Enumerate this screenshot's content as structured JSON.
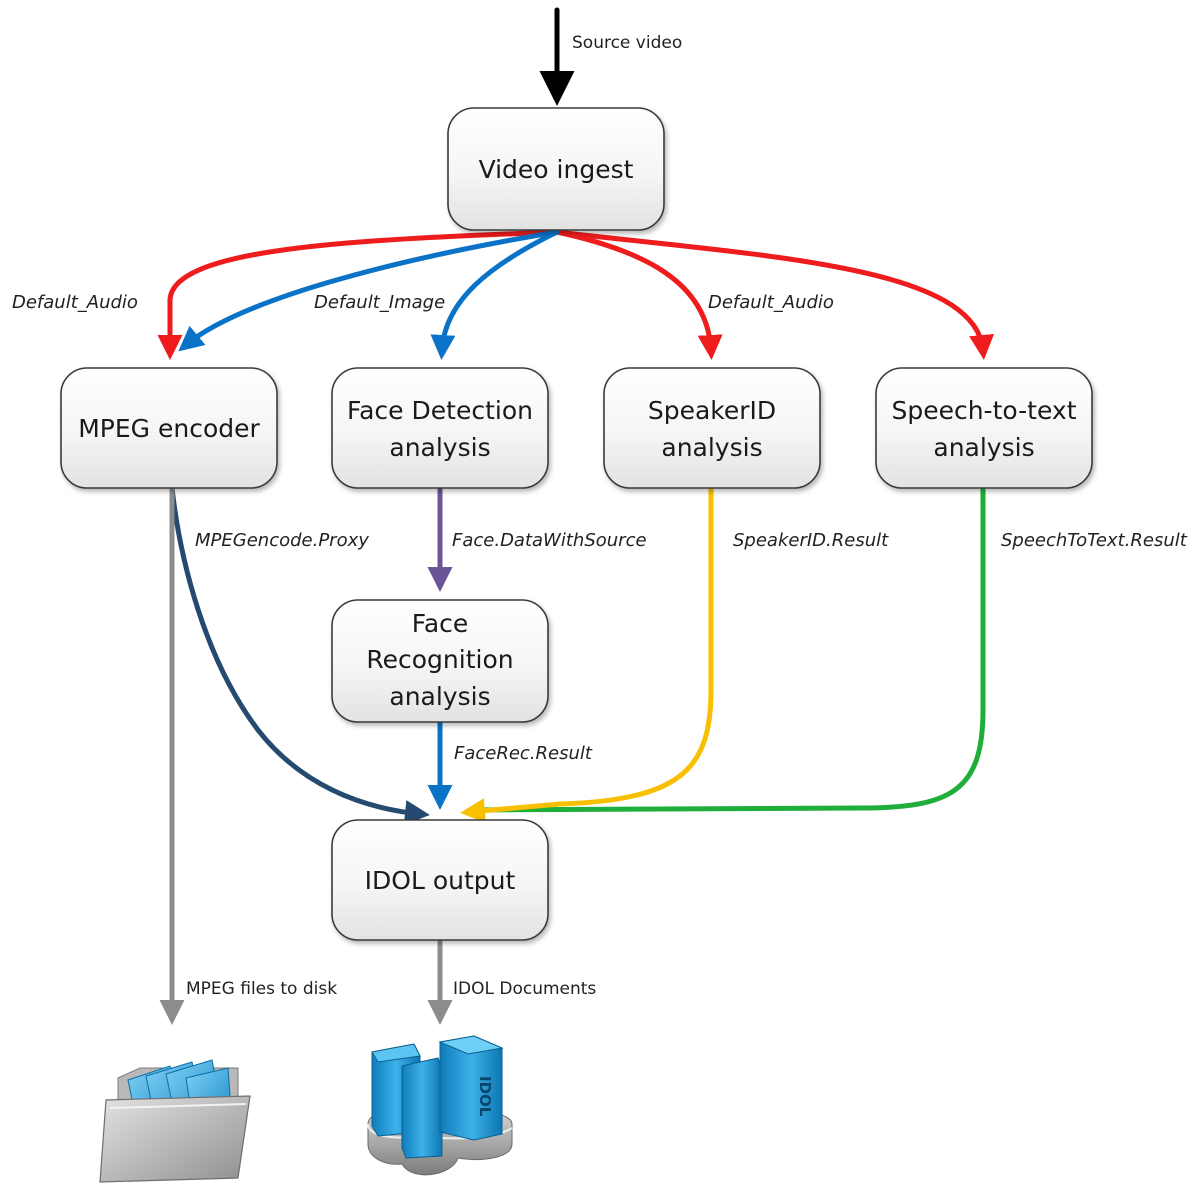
{
  "nodes": {
    "video_ingest": [
      "Video ingest"
    ],
    "mpeg_encoder": [
      "MPEG encoder"
    ],
    "face_detection": [
      "Face Detection",
      "analysis"
    ],
    "speakerid": [
      "SpeakerID",
      "analysis"
    ],
    "speech_to_text": [
      "Speech-to-text",
      "analysis"
    ],
    "face_recognition": [
      "Face",
      "Recognition",
      "analysis"
    ],
    "idol_output": [
      "IDOL output"
    ]
  },
  "labels": {
    "source_video": "Source video",
    "default_audio_left": "Default_Audio",
    "default_image": "Default_Image",
    "default_audio_right": "Default_Audio",
    "mpegencode_proxy": "MPEGencode.Proxy",
    "face_datawithsource": "Face.DataWithSource",
    "speakerid_result": "SpeakerID.Result",
    "speechtotext_result": "SpeechToText.Result",
    "facerec_result": "FaceRec.Result",
    "mpeg_files_to_disk": "MPEG files to disk",
    "idol_documents": "IDOL Documents"
  },
  "icons": {
    "folder": "folder-icon",
    "server": "idol-server-icon",
    "server_text": "IDOL"
  },
  "colors": {
    "red": "#ee1c1c",
    "blue": "#0a73c7",
    "purple": "#6a5596",
    "navy": "#244a6f",
    "yellow": "#f8c000",
    "green": "#1fae3a",
    "gray": "#8c8c8c",
    "black": "#000000"
  }
}
